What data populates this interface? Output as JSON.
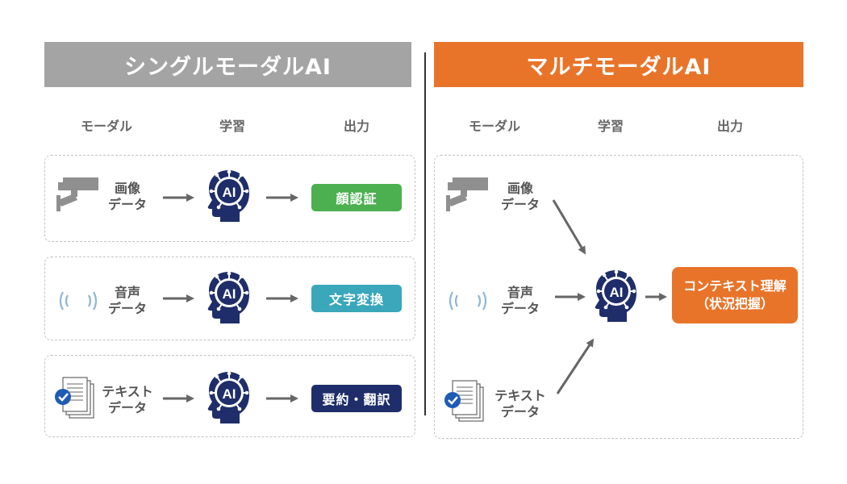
{
  "single": {
    "title": "シングルモーダルAI",
    "headers": {
      "modal": "モーダル",
      "learning": "学習",
      "output": "出力"
    },
    "rows": [
      {
        "input_line1": "画像",
        "input_line2": "データ",
        "input_icon": "camera-icon",
        "output": "顔認証",
        "output_color": "#4caf50"
      },
      {
        "input_line1": "音声",
        "input_line2": "データ",
        "input_icon": "sound-wave-icon",
        "output": "文字変換",
        "output_color": "#3aa7bb"
      },
      {
        "input_line1": "テキスト",
        "input_line2": "データ",
        "input_icon": "document-check-icon",
        "output": "要約・翻訳",
        "output_color": "#1f2e6a"
      }
    ]
  },
  "multi": {
    "title": "マルチモーダルAI",
    "headers": {
      "modal": "モーダル",
      "learning": "学習",
      "output": "出力"
    },
    "inputs": [
      {
        "line1": "画像",
        "line2": "データ",
        "icon": "camera-icon"
      },
      {
        "line1": "音声",
        "line2": "データ",
        "icon": "sound-wave-icon"
      },
      {
        "line1": "テキスト",
        "line2": "データ",
        "icon": "document-check-icon"
      }
    ],
    "output_line1": "コンテキスト理解",
    "output_line2": "（状況把握）",
    "output_color": "#e8742a"
  },
  "ai_brain_label": "AI",
  "colors": {
    "banner_single": "#a4a4a4",
    "banner_multi": "#e8742a",
    "brain": "#1f2e6a",
    "arrow": "#666666"
  }
}
